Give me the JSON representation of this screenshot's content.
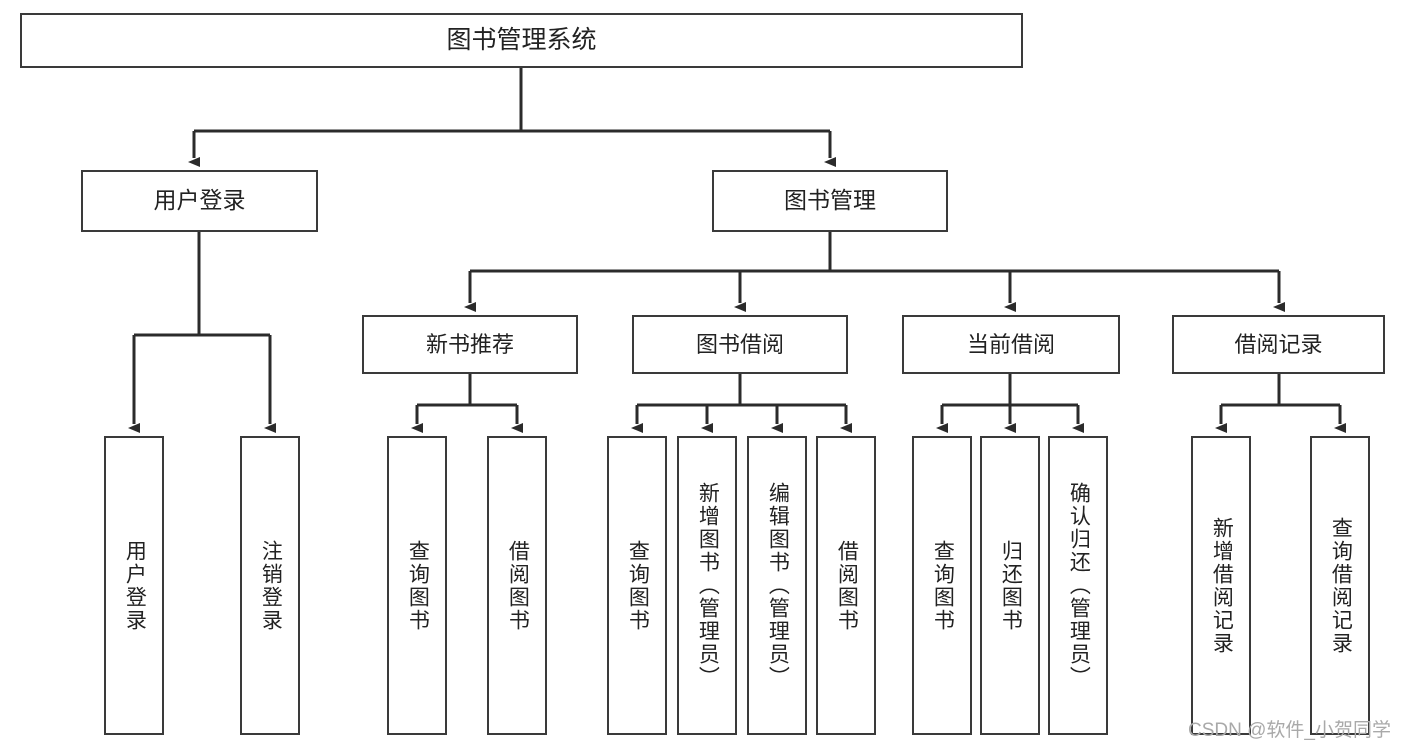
{
  "diagram": {
    "type": "tree",
    "title": "图书管理系统",
    "orientation": "top-down",
    "colors": {
      "box_border": "#3a3a3a",
      "box_fill": "#ffffff",
      "connector": "#2b2b2b",
      "text": "#222222",
      "watermark": "#a9a9a9"
    },
    "nodes": {
      "root": {
        "label": "图书管理系统",
        "level": 0,
        "text_direction": "horizontal"
      },
      "user_login": {
        "label": "用户登录",
        "level": 1,
        "text_direction": "horizontal"
      },
      "book_manage": {
        "label": "图书管理",
        "level": 1,
        "text_direction": "horizontal"
      },
      "new_book_rec": {
        "label": "新书推荐",
        "level": 2,
        "text_direction": "horizontal"
      },
      "book_borrow": {
        "label": "图书借阅",
        "level": 2,
        "text_direction": "horizontal"
      },
      "current_borrow": {
        "label": "当前借阅",
        "level": 2,
        "text_direction": "horizontal"
      },
      "borrow_record": {
        "label": "借阅记录",
        "level": 2,
        "text_direction": "horizontal"
      },
      "leaf_user_login": {
        "label": "用户登录",
        "level": 3,
        "text_direction": "vertical"
      },
      "leaf_logout": {
        "label": "注销登录",
        "level": 3,
        "text_direction": "vertical"
      },
      "leaf_query_book_1": {
        "label": "查询图书",
        "level": 3,
        "text_direction": "vertical"
      },
      "leaf_borrow_book_1": {
        "label": "借阅图书",
        "level": 3,
        "text_direction": "vertical"
      },
      "leaf_query_book_2": {
        "label": "查询图书",
        "level": 3,
        "text_direction": "vertical"
      },
      "leaf_add_book": {
        "label": "新增图书（管理员）",
        "level": 3,
        "text_direction": "vertical"
      },
      "leaf_edit_book": {
        "label": "编辑图书（管理员）",
        "level": 3,
        "text_direction": "vertical"
      },
      "leaf_borrow_book_2": {
        "label": "借阅图书",
        "level": 3,
        "text_direction": "vertical"
      },
      "leaf_query_book_3": {
        "label": "查询图书",
        "level": 3,
        "text_direction": "vertical"
      },
      "leaf_return_book": {
        "label": "归还图书",
        "level": 3,
        "text_direction": "vertical"
      },
      "leaf_confirm_return": {
        "label": "确认归还（管理员）",
        "level": 3,
        "text_direction": "vertical"
      },
      "leaf_add_record": {
        "label": "新增借阅记录",
        "level": 3,
        "text_direction": "vertical"
      },
      "leaf_query_record": {
        "label": "查询借阅记录",
        "level": 3,
        "text_direction": "vertical"
      }
    },
    "edges": [
      {
        "from": "root",
        "to": "user_login"
      },
      {
        "from": "root",
        "to": "book_manage"
      },
      {
        "from": "user_login",
        "to": "leaf_user_login"
      },
      {
        "from": "user_login",
        "to": "leaf_logout"
      },
      {
        "from": "book_manage",
        "to": "new_book_rec"
      },
      {
        "from": "book_manage",
        "to": "book_borrow"
      },
      {
        "from": "book_manage",
        "to": "current_borrow"
      },
      {
        "from": "book_manage",
        "to": "borrow_record"
      },
      {
        "from": "new_book_rec",
        "to": "leaf_query_book_1"
      },
      {
        "from": "new_book_rec",
        "to": "leaf_borrow_book_1"
      },
      {
        "from": "book_borrow",
        "to": "leaf_query_book_2"
      },
      {
        "from": "book_borrow",
        "to": "leaf_add_book"
      },
      {
        "from": "book_borrow",
        "to": "leaf_edit_book"
      },
      {
        "from": "book_borrow",
        "to": "leaf_borrow_book_2"
      },
      {
        "from": "current_borrow",
        "to": "leaf_query_book_3"
      },
      {
        "from": "current_borrow",
        "to": "leaf_return_book"
      },
      {
        "from": "current_borrow",
        "to": "leaf_confirm_return"
      },
      {
        "from": "borrow_record",
        "to": "leaf_add_record"
      },
      {
        "from": "borrow_record",
        "to": "leaf_query_record"
      }
    ]
  },
  "watermark": {
    "text": "CSDN @软件_小贺同学"
  }
}
